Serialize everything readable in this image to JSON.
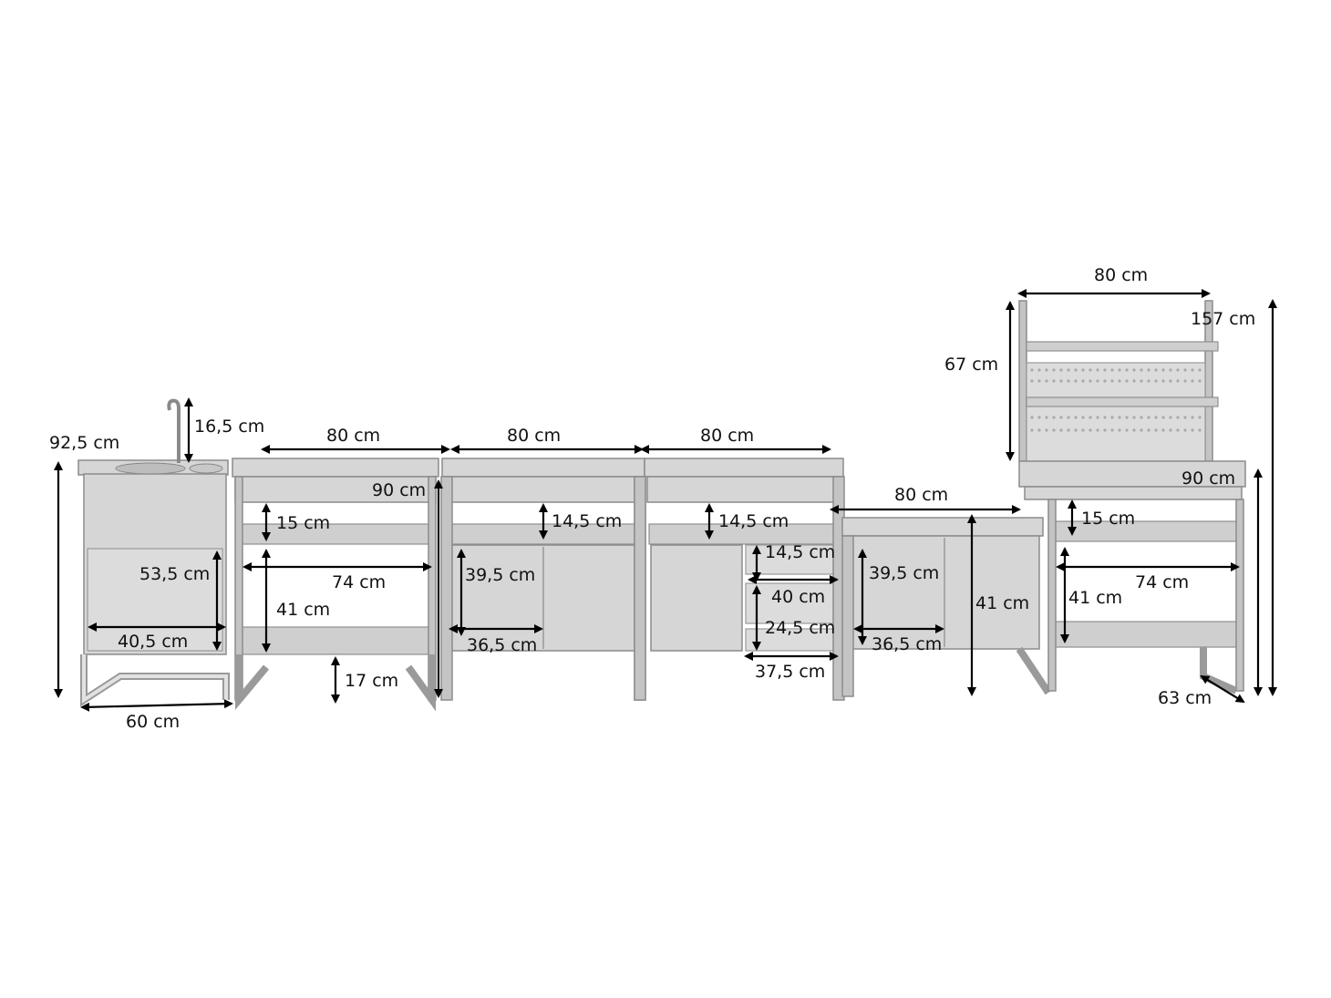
{
  "dimensions": {
    "sink_height_total": "92,5 cm",
    "faucet_height": "16,5 cm",
    "sink_drawer_height": "53,5 cm",
    "sink_drawer_width": "40,5 cm",
    "sink_depth": "60 cm",
    "open_unit_width": "80 cm",
    "open_unit_height": "90 cm",
    "open_unit_top_gap": "15 cm",
    "open_unit_inner_width": "74 cm",
    "open_unit_inner_height": "41 cm",
    "open_unit_leg_height": "17 cm",
    "cabinet_a_width": "80 cm",
    "cabinet_a_top_gap": "14,5 cm",
    "cabinet_a_door_height": "39,5 cm",
    "cabinet_a_door_width": "36,5 cm",
    "cabinet_b_width": "80 cm",
    "cabinet_b_top_gap": "14,5 cm",
    "cabinet_b_drawer_gap": "14,5 cm",
    "cabinet_b_drawer_width": "40 cm",
    "cabinet_b_drawer_height": "24,5 cm",
    "cabinet_b_bottom_width": "37,5 cm",
    "low_cabinet_width": "80 cm",
    "low_cabinet_door_height": "39,5 cm",
    "low_cabinet_door_width": "36,5 cm",
    "low_cabinet_height": "41 cm",
    "shelf_unit_width": "80 cm",
    "shelf_unit_total_height": "157 cm",
    "shelf_unit_panel_height": "67 cm",
    "shelf_unit_counter_height": "90 cm",
    "shelf_unit_top_gap": "15 cm",
    "shelf_unit_inner_width": "74 cm",
    "shelf_unit_inner_height": "41 cm",
    "shelf_unit_depth": "63 cm"
  },
  "colors": {
    "furniture": "#d6d6d6",
    "outline": "#8c8c8c",
    "arrow": "#000000"
  }
}
